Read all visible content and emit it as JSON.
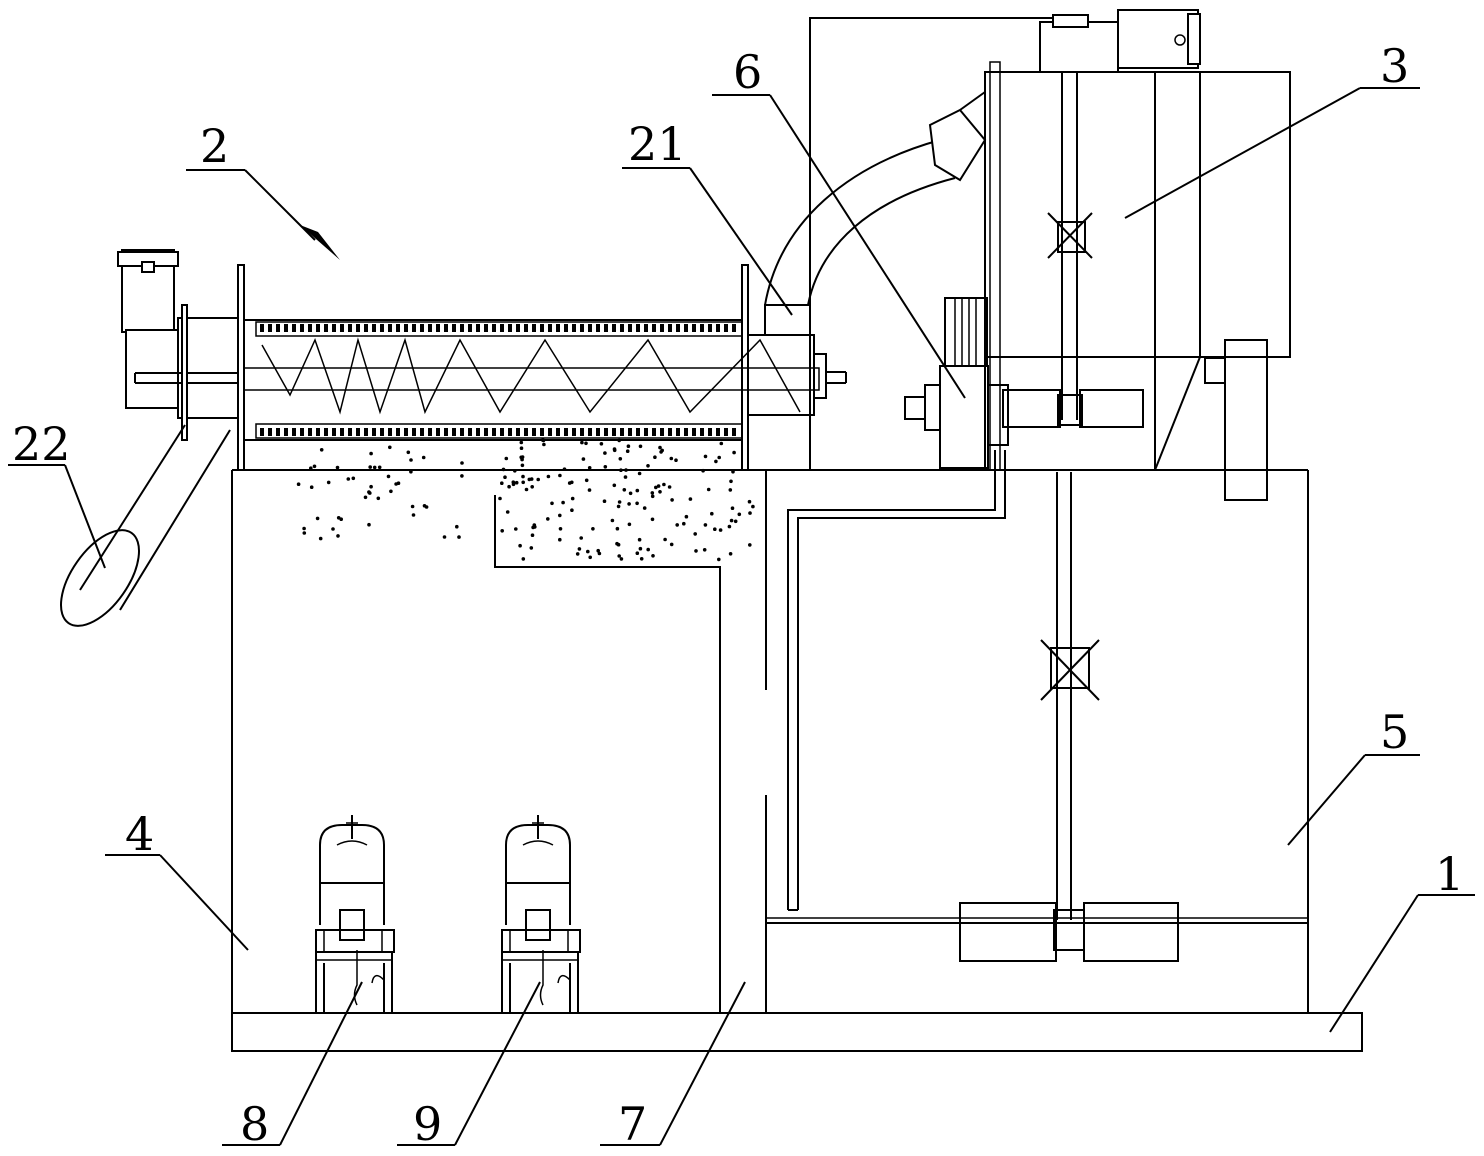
{
  "labels": {
    "l1": "1",
    "l2": "2",
    "l3": "3",
    "l4": "4",
    "l5": "5",
    "l6": "6",
    "l7": "7",
    "l8": "8",
    "l9": "9",
    "l21": "21",
    "l22": "22"
  }
}
